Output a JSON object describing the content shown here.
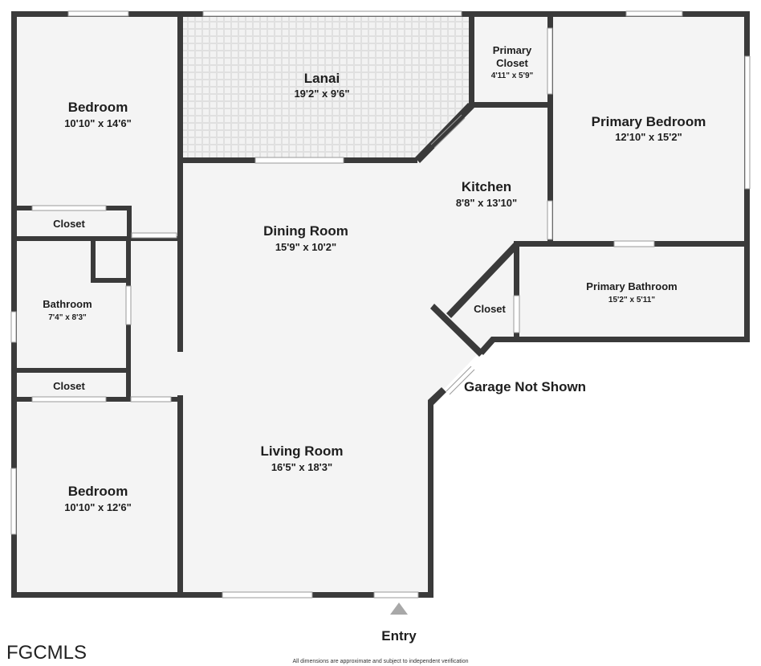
{
  "rooms": {
    "bedroom_top": {
      "name": "Bedroom",
      "dim": "10'10\" x 14'6\""
    },
    "lanai": {
      "name": "Lanai",
      "dim": "19'2\" x 9'6\""
    },
    "primary_closet": {
      "name_line1": "Primary",
      "name_line2": "Closet",
      "dim": "4'11\" x 5'9\""
    },
    "primary_bedroom": {
      "name": "Primary Bedroom",
      "dim": "12'10\" x 15'2\""
    },
    "kitchen": {
      "name": "Kitchen",
      "dim": "8'8\" x 13'10\""
    },
    "dining_room": {
      "name": "Dining Room",
      "dim": "15'9\" x 10'2\""
    },
    "closet_upper": {
      "name": "Closet"
    },
    "bathroom": {
      "name": "Bathroom",
      "dim": "7'4\" x 8'3\""
    },
    "closet_lower": {
      "name": "Closet"
    },
    "closet_right": {
      "name": "Closet"
    },
    "primary_bathroom": {
      "name": "Primary Bathroom",
      "dim": "15'2\" x 5'11\""
    },
    "living_room": {
      "name": "Living Room",
      "dim": "16'5\" x 18'3\""
    },
    "bedroom_bottom": {
      "name": "Bedroom",
      "dim": "10'10\" x 12'6\""
    }
  },
  "labels": {
    "garage": "Garage Not Shown",
    "entry": "Entry",
    "logo": "FGCMLS",
    "disclaimer": "All dimensions are approximate and subject to independent verification"
  },
  "colors": {
    "wall": "#3a3a3a",
    "floor": "#f4f4f4",
    "text": "#1e1e1e"
  },
  "icons": {
    "entry_marker": "triangle-up"
  }
}
